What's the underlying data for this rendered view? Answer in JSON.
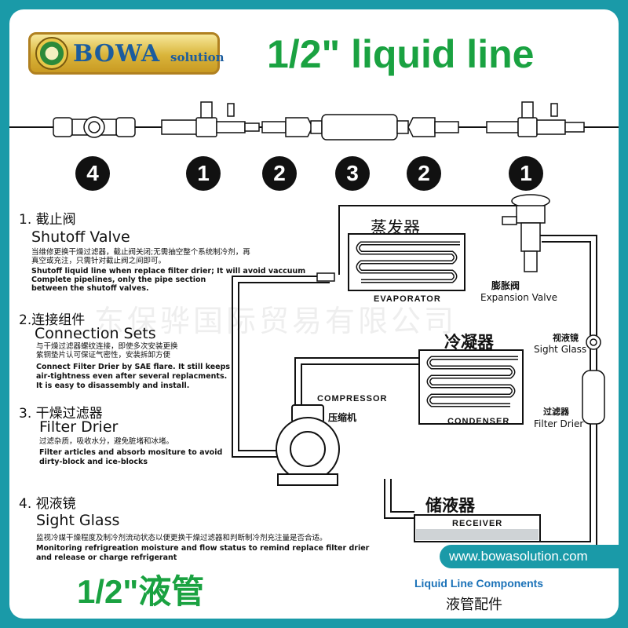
{
  "brand": {
    "logo_main": "BOWA",
    "logo_sub": "solution"
  },
  "title": "1/2\" liquid line",
  "part_numbers": [
    "4",
    "1",
    "2",
    "3",
    "2",
    "1"
  ],
  "sections": [
    {
      "head": "1. 截止阀",
      "en": "Shutoff Valve",
      "cn_body": [
        "当维修更换干燥过滤器，截止阀关闭;无需抽空整个系统制冷剂，再",
        "真空或充注，只需针对截止阀之间即可。"
      ],
      "en_body": [
        "Shutoff  liquid line when replace filter drier; It will avoid vaccuum",
        "Complete pipelines, only the pipe section",
        "between the shutoff valves."
      ]
    },
    {
      "head": "2.连接组件",
      "en": "Connection Sets",
      "cn_body": [
        "与干燥过滤器螺纹连接，即使多次安装更换",
        "紫铜垫片认可保证气密性，安装拆卸方便"
      ],
      "en_body": [
        "Connect Filter Drier by SAE flare.  It still keeps",
        "air-tightness even after several replacments.",
        "It is easy to disassembly and install."
      ]
    },
    {
      "head": "3. 干燥过滤器",
      "en": "Filter Drier",
      "cn_body": [
        "过滤杂质，吸收水分，避免脏堵和冰堵。"
      ],
      "en_body": [
        "Filter articles and absorb mositure to avoid",
        "dirty-block and ice-blocks"
      ]
    },
    {
      "head": "4. 视液镜",
      "en": "Sight Glass",
      "cn_body": [
        "监视冷媒干燥程度及制冷剂流动状态以便更换干燥过滤器和判断制冷剂充注量是否合适。"
      ],
      "en_body": [
        "Monitoring refrigreation moisture and flow status to remind replace filter drier",
        "and release or charge refrigerant"
      ]
    }
  ],
  "diagram": {
    "evaporator_cn": "蒸发器",
    "evaporator_en": "EVAPORATOR",
    "expansion_cn": "膨胀阀",
    "expansion_en": "Expansion Valve",
    "condenser_cn": "冷凝器",
    "condenser_en": "CONDENSER",
    "sightglass_cn": "视液镜",
    "sightglass_en": "Sight Glass",
    "compressor_en": "COMPRESSOR",
    "compressor_cn": "压缩机",
    "filter_cn": "过滤器",
    "filter_en": "Filter Drier",
    "receiver_cn": "储液器",
    "receiver_en": "RECEIVER"
  },
  "watermark": "东保骅国际贸易有限公司",
  "website": "www.bowasolution.com",
  "bottom_title": "1/2\"液管",
  "components_en": "Liquid Line Components",
  "components_cn": "液管配件",
  "colors": {
    "frame": "#1a9aa8",
    "title_green": "#1aa241",
    "brand_blue": "#1b5c9e",
    "link_blue": "#1b72b8"
  }
}
